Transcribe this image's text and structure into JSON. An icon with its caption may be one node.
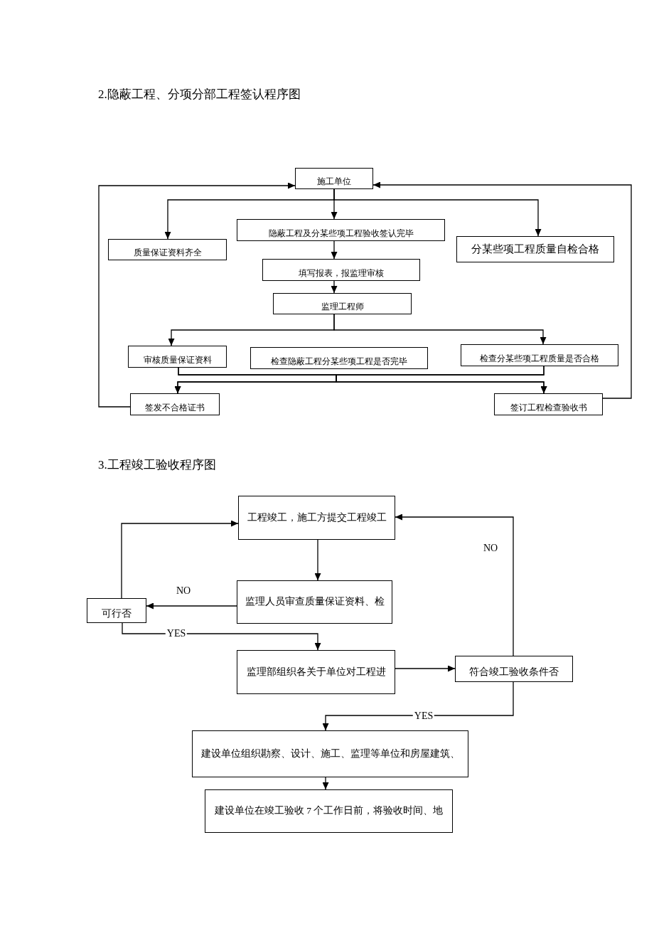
{
  "diagram": {
    "title": "2.隐蔽工程、分项分部工程签认程序图",
    "nodes": [
      {
        "text": [
          "施工单位"
        ]
      },
      {
        "text": [
          "隐蔽工程及分某些项工程验收签认完毕"
        ]
      },
      {
        "text": [
          "质量保证资料齐全"
        ]
      },
      {
        "text": [
          "分某些项工程质量自检合格"
        ]
      },
      {
        "text": [
          "填写报表，报监理审核"
        ]
      },
      {
        "text": [
          "监理工程师"
        ]
      },
      {
        "text": [
          "审核质量保证资料"
        ]
      },
      {
        "text": [
          "检查隐蔽工程分某些项工程是否完毕"
        ]
      },
      {
        "text": [
          "检查分某些项工程质量是否合格"
        ]
      },
      {
        "text": [
          "签发不合格证书"
        ]
      },
      {
        "text": [
          "签订工程检查验收书"
        ]
      },
      {
        "text": [
          "工程竣工，施工方提交工程竣工"
        ]
      },
      {
        "text": [
          "监理人员审查质量保证资料、检"
        ]
      },
      {
        "text": [
          "可行否"
        ]
      },
      {
        "text": [
          "监理部组织各关于单位对工程进"
        ]
      },
      {
        "text": [
          "符合竣工验收条件否"
        ]
      },
      {
        "text": [
          "建设单位组织勘察、设计、施工、监理等单位和房屋建筑、"
        ]
      },
      {
        "text": [
          "建设单位在竣工验收 7 个工作日前，将验收时间、地"
        ]
      }
    ],
    "edges": [
      {
        "from": 0,
        "to": 1,
        "arrow": "to"
      },
      {
        "from": 0,
        "to": 2,
        "arrow": "to"
      },
      {
        "from": 0,
        "to": 3,
        "arrow": "to"
      },
      {
        "from": 1,
        "to": 4,
        "arrow": "to"
      },
      {
        "from": 4,
        "to": 5,
        "arrow": "to"
      },
      {
        "from": 5,
        "to": 6,
        "arrow": "to"
      },
      {
        "from": 5,
        "to": 8,
        "arrow": "to"
      },
      {
        "from": 6,
        "to": 9,
        "arrow": "to"
      },
      {
        "from": 6,
        "to": 10,
        "arrow": "to"
      },
      {
        "from": 8,
        "to": 9,
        "arrow": "to"
      },
      {
        "from": 8,
        "to": 10,
        "arrow": "to"
      },
      {
        "from": 9,
        "to": 0,
        "arrow": "to"
      },
      {
        "from": 10,
        "to": 0,
        "arrow": "to"
      },
      {
        "from": 11,
        "to": 12,
        "arrow": "to"
      },
      {
        "from": 12,
        "to": 13,
        "arrow": "to",
        "label": "NO"
      },
      {
        "from": 13,
        "to": 11,
        "arrow": "to"
      },
      {
        "from": 13,
        "to": 14,
        "arrow": "to",
        "label": "YES"
      },
      {
        "from": 14,
        "to": 15,
        "arrow": "to"
      },
      {
        "from": 15,
        "to": 11,
        "arrow": "to",
        "label": "NO"
      },
      {
        "from": 15,
        "to": 16,
        "arrow": "to",
        "label": "YES"
      },
      {
        "from": 16,
        "to": 17,
        "arrow": "to"
      }
    ],
    "labels": [
      "3.工程竣工验收程序图"
    ]
  }
}
